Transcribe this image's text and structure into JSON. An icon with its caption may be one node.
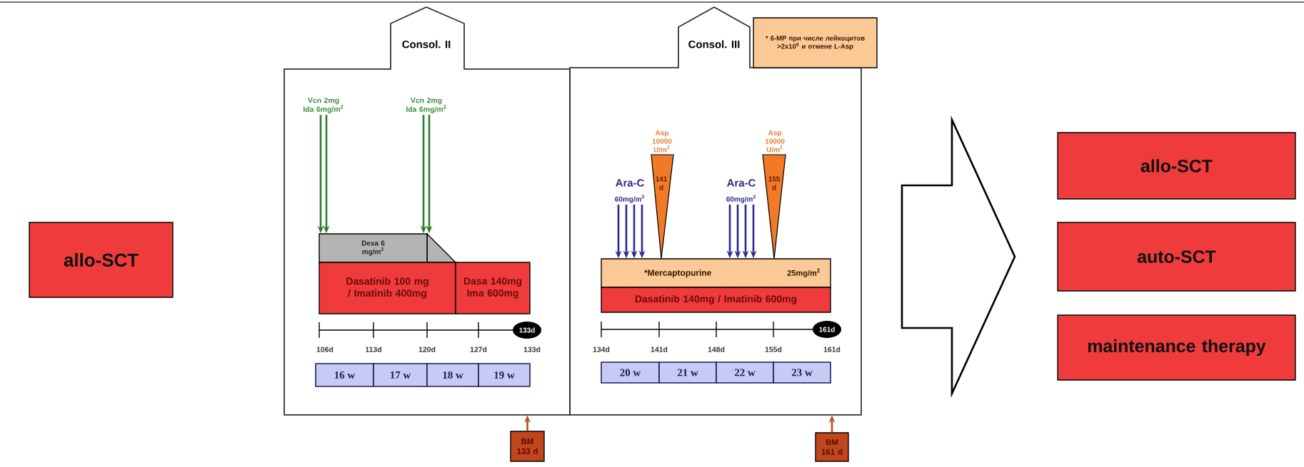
{
  "diagram": {
    "nodes": [
      {
        "text": [
          "allo-SCT"
        ]
      },
      {
        "text": [
          "Consol. II"
        ]
      },
      {
        "text": [
          "Vcn 2mg Ida 6mg/m$^{2}$"
        ],
        "in": 1
      },
      {
        "text": [
          "Vcn 2mg Ida 6mg/m$^{2}$"
        ],
        "in": 1
      },
      {
        "text": [
          "Dexa 6 mg/m$^{2}$"
        ],
        "in": 1
      },
      {
        "text": [
          "Dasatinib 100 mg / Imatinib 400mg"
        ],
        "in": 1
      },
      {
        "text": [
          "Dasa 140mg Ima 600mg"
        ],
        "in": 1
      },
      {
        "text": [
          "133d"
        ],
        "in": 1
      },
      {
        "text": [
          "16 w"
        ],
        "in": 1
      },
      {
        "text": [
          "17 w"
        ],
        "in": 1
      },
      {
        "text": [
          "18 w"
        ],
        "in": 1
      },
      {
        "text": [
          "19 w"
        ],
        "in": 1
      },
      {
        "text": [
          "Consol. III"
        ]
      },
      {
        "text": [
          "* 6-MP при числе лейкоцитов >2x10$^{9}$ и отмене L-Asp"
        ]
      },
      {
        "text": [
          "141 d"
        ],
        "beside": [
          "Asp 10000 U/m$^{2}$"
        ],
        "in": 12
      },
      {
        "text": [
          "Ara-C",
          "60mg/m$^{2}$"
        ],
        "in": 12
      },
      {
        "text": [
          "155 d"
        ],
        "beside": [
          "Asp 10000 U/m$^{2}$"
        ],
        "in": 12
      },
      {
        "text": [
          "Ara-C",
          "60mg/m$^{2}$"
        ],
        "in": 12
      },
      {
        "text": [
          "*Mercaptopurine",
          "25mg/m$^{2}$"
        ],
        "in": 12
      },
      {
        "text": [
          "Dasatinib 140mg / Imatinib 600mg"
        ],
        "in": 12
      },
      {
        "text": [
          "161d"
        ],
        "in": 12
      },
      {
        "text": [
          "20 w"
        ],
        "in": 12
      },
      {
        "text": [
          "21 w"
        ],
        "in": 12
      },
      {
        "text": [
          "22 w"
        ],
        "in": 12
      },
      {
        "text": [
          "23 w"
        ],
        "in": 12
      },
      {
        "text": [
          "BM 133 d"
        ]
      },
      {
        "text": [
          "BM 161 d"
        ]
      },
      {
        "text": [
          "allo-SCT"
        ]
      },
      {
        "text": [
          "auto-SCT"
        ]
      },
      {
        "text": [
          "maintenance therapy"
        ]
      }
    ],
    "edges": [
      {
        "from": 2,
        "to": 4,
        "arrow": "to",
        "color": "#2e7d2e"
      },
      {
        "from": 3,
        "to": 4,
        "arrow": "to",
        "color": "#2e7d2e"
      },
      {
        "from": 15,
        "to": 18,
        "arrow": "to",
        "color": "#2b2b8c"
      },
      {
        "from": 17,
        "to": 18,
        "arrow": "to",
        "color": "#2b2b8c"
      },
      {
        "from": 25,
        "to": 1,
        "arrow": "to",
        "color": "#b5501e"
      },
      {
        "from": 26,
        "to": 12,
        "arrow": "to",
        "color": "#b5501e"
      },
      {
        "from": 12,
        "to": 27,
        "arrow": "to"
      },
      {
        "from": 12,
        "to": 28,
        "arrow": "to"
      },
      {
        "from": 12,
        "to": 29,
        "arrow": "to"
      }
    ],
    "labels": [
      "106d",
      "113d",
      "120d",
      "127d",
      "133d",
      "134d",
      "141d",
      "148d",
      "155d",
      "161d"
    ]
  }
}
